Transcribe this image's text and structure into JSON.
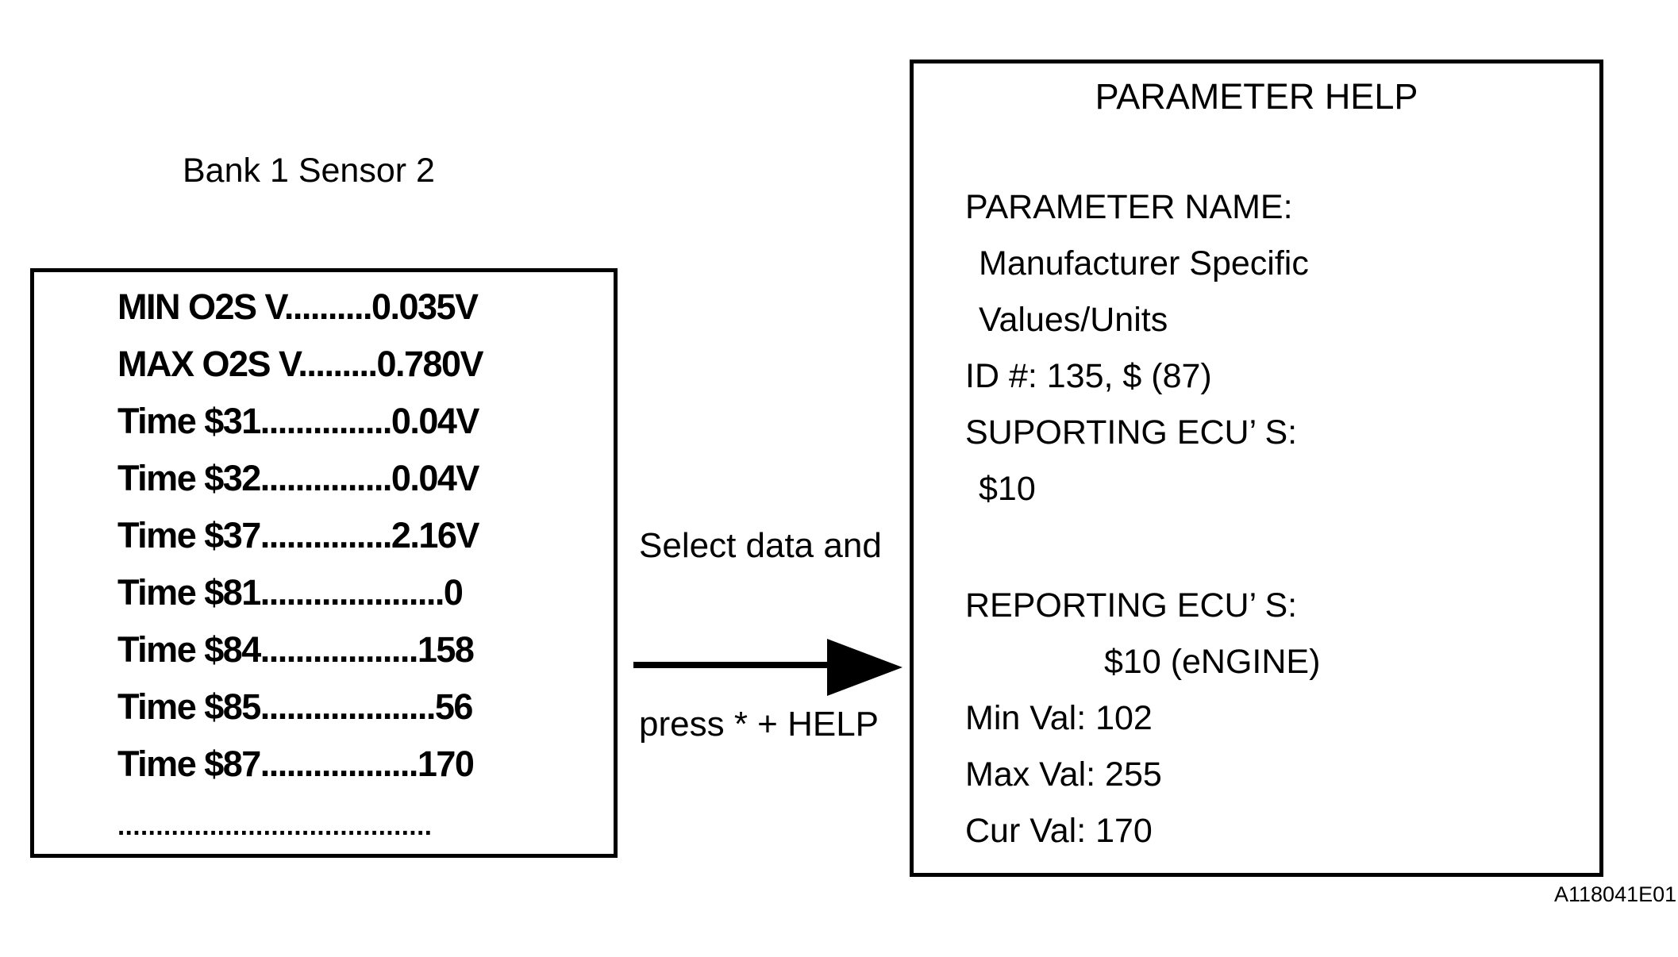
{
  "figure": {
    "caption": "Bank 1 Sensor 2",
    "figure_id": "A118041E01",
    "note_line1": "Select data and",
    "note_line2": "press * + HELP",
    "colors": {
      "ink": "#000000",
      "background": "#ffffff"
    }
  },
  "data_list_screen": {
    "rows": [
      "MIN O2S V..........0.035V",
      "MAX O2S V.........0.780V",
      "Time $31...............0.04V",
      "Time $32...............0.04V",
      "Time $37...............2.16V",
      "Time $81.....................0",
      "Time $84..................158",
      "Time $85....................56",
      "Time $87..................170",
      "........................................."
    ]
  },
  "parameter_help_screen": {
    "title": "PARAMETER HELP",
    "lines": [
      "PARAMETER NAME:",
      "Manufacturer Specific",
      "Values/Units",
      "ID #: 135, $ (87)",
      "SUPORTING ECU’ S:",
      "$10",
      "REPORTING ECU’ S:",
      "$10 (eNGINE)",
      "Min Val: 102",
      "Max Val: 255",
      "Cur Val: 170"
    ]
  }
}
